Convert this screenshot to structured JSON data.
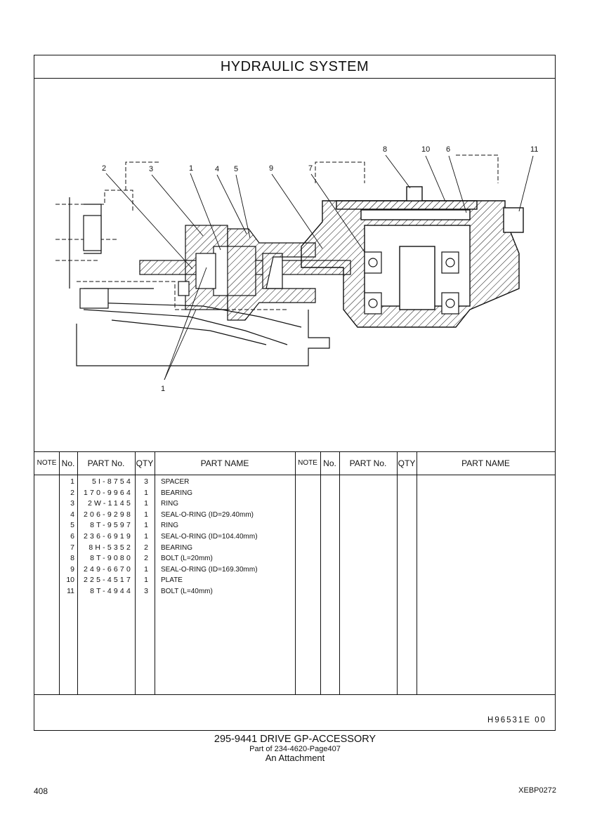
{
  "title": "HYDRAULIC   SYSTEM",
  "callouts": [
    "1",
    "2",
    "3",
    "4",
    "5",
    "9",
    "7",
    "8",
    "10",
    "6",
    "11",
    "1"
  ],
  "table": {
    "headers": {
      "note": "NOTE",
      "no": "No.",
      "part_no": "PART No.",
      "qty": "QTY",
      "part_name": "PART NAME"
    },
    "rows": [
      {
        "no": "1",
        "part_no": "5I-8754",
        "qty": "3",
        "name": "SPACER"
      },
      {
        "no": "2",
        "part_no": "170-9964",
        "qty": "1",
        "name": "BEARING"
      },
      {
        "no": "3",
        "part_no": "2W-1145",
        "qty": "1",
        "name": "RING"
      },
      {
        "no": "4",
        "part_no": "206-9298",
        "qty": "1",
        "name": "SEAL-O-RING (ID=29.40mm)"
      },
      {
        "no": "5",
        "part_no": "8T-9597",
        "qty": "1",
        "name": "RING"
      },
      {
        "no": "6",
        "part_no": "236-6919",
        "qty": "1",
        "name": "SEAL-O-RING (ID=104.40mm)"
      },
      {
        "no": "7",
        "part_no": "8H-5352",
        "qty": "2",
        "name": "BEARING"
      },
      {
        "no": "8",
        "part_no": "8T-9080",
        "qty": "2",
        "name": "BOLT (L=20mm)"
      },
      {
        "no": "9",
        "part_no": "249-6670",
        "qty": "1",
        "name": "SEAL-O-RING (ID=169.30mm)"
      },
      {
        "no": "10",
        "part_no": "225-4517",
        "qty": "1",
        "name": "PLATE"
      },
      {
        "no": "11",
        "part_no": "8T-4944",
        "qty": "3",
        "name": "BOLT (L=40mm)"
      }
    ]
  },
  "drawing_id": "H96531E   00",
  "caption": {
    "main": "295-9441  DRIVE GP-ACCESSORY",
    "sub": "Part of 234-4620-Page407",
    "attachment": "An Attachment"
  },
  "page_number": "408",
  "doc_code": "XEBP0272"
}
